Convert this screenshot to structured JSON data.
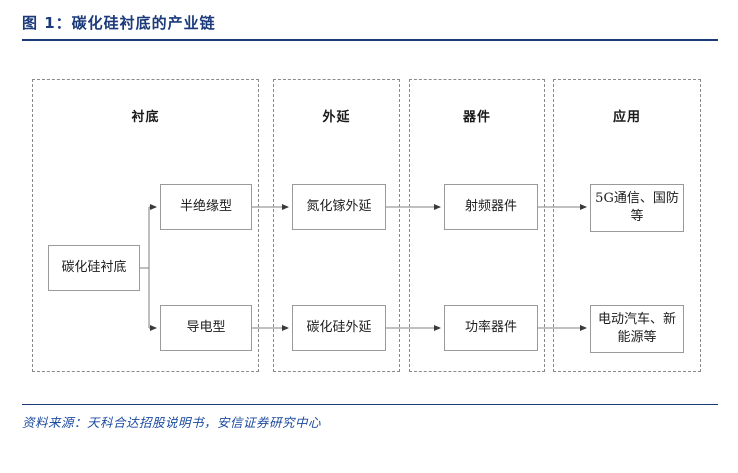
{
  "figure": {
    "title": "图 1：碳化硅衬底的产业链",
    "source": "资料来源：天科合达招股说明书，安信证券研究中心",
    "accent_color": "#1b3a7a",
    "source_color": "#1b4aa0",
    "box_border_color": "#9a9a9a",
    "column_border_color": "#8a8a8a"
  },
  "diagram": {
    "type": "flowchart",
    "stages": [
      {
        "id": "substrate",
        "label": "衬底"
      },
      {
        "id": "epitaxy",
        "label": "外延"
      },
      {
        "id": "device",
        "label": "器件"
      },
      {
        "id": "application",
        "label": "应用"
      }
    ],
    "nodes": [
      {
        "id": "sic-substrate",
        "stage": "substrate",
        "label": "碳化硅衬底"
      },
      {
        "id": "semi-insulating",
        "stage": "substrate",
        "label": "半绝缘型"
      },
      {
        "id": "conductive",
        "stage": "substrate",
        "label": "导电型"
      },
      {
        "id": "gan-epi",
        "stage": "epitaxy",
        "label": "氮化镓外延"
      },
      {
        "id": "sic-epi",
        "stage": "epitaxy",
        "label": "碳化硅外延"
      },
      {
        "id": "rf-device",
        "stage": "device",
        "label": "射频器件"
      },
      {
        "id": "power-device",
        "stage": "device",
        "label": "功率器件"
      },
      {
        "id": "app-5g",
        "stage": "application",
        "label": "5G通信、国防等"
      },
      {
        "id": "app-ev",
        "stage": "application",
        "label": "电动汽车、新能源等"
      }
    ],
    "edges": [
      {
        "from": "sic-substrate",
        "to": "semi-insulating"
      },
      {
        "from": "sic-substrate",
        "to": "conductive"
      },
      {
        "from": "semi-insulating",
        "to": "gan-epi"
      },
      {
        "from": "conductive",
        "to": "sic-epi"
      },
      {
        "from": "gan-epi",
        "to": "rf-device"
      },
      {
        "from": "sic-epi",
        "to": "power-device"
      },
      {
        "from": "rf-device",
        "to": "app-5g"
      },
      {
        "from": "power-device",
        "to": "app-ev"
      }
    ]
  }
}
